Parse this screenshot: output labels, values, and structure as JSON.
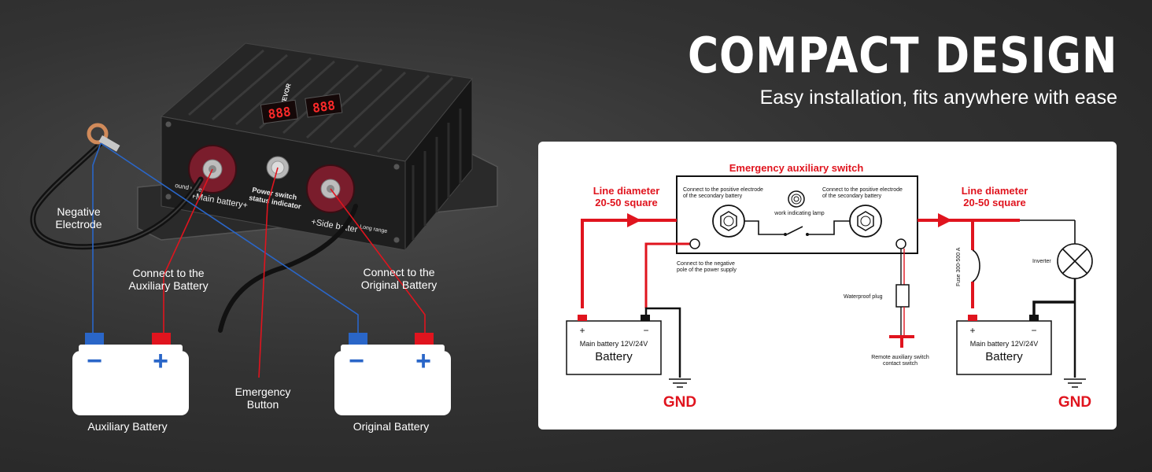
{
  "header": {
    "title": "COMPACT DESIGN",
    "subtitle": "Easy installation, fits anywhere with ease"
  },
  "device": {
    "labels": {
      "negative_electrode": [
        "Negative",
        "Electrode"
      ],
      "connect_aux": [
        "Connect to the",
        "Auxiliary Battery"
      ],
      "connect_orig": [
        "Connect to the",
        "Original Battery"
      ],
      "emergency_button": [
        "Emergency",
        "Button"
      ],
      "aux_battery": "Auxiliary Battery",
      "orig_battery": "Original Battery"
    },
    "printed": {
      "main_battery": "+Main battery+",
      "side_battery": "+Side batter",
      "power_switch": [
        "Power switch",
        "status indicator"
      ],
      "ground_wire": "ound wire",
      "long_range": "Long range",
      "brand": "VEVOR"
    },
    "battery_symbols": {
      "minus": "−",
      "plus": "+"
    },
    "display_digits": "888"
  },
  "schematic": {
    "title": "Emergency auxiliary switch",
    "line_left": [
      "Line diameter",
      "20-50 square"
    ],
    "line_right": [
      "Line diameter",
      "20-50 square"
    ],
    "pos_secondary_left": [
      "Connect to the positive electrode",
      "of the secondary battery"
    ],
    "pos_secondary_right": [
      "Connect to the positive electrode",
      "of the secondary battery"
    ],
    "work_lamp": "work indicating lamp",
    "neg_power": [
      "Connect to the negative",
      "pole of the power supply"
    ],
    "waterproof_plug": "Waterproof plug",
    "remote_switch": [
      "Remote auxiliary switch",
      "contact switch"
    ],
    "fuse": "Fuse 300-500 A",
    "inverter": "Inverter",
    "battery_left": {
      "plus": "+",
      "minus": "−",
      "rating": "Main battery 12V/24V",
      "name": "Battery"
    },
    "battery_right": {
      "plus": "+",
      "minus": "−",
      "rating": "Main battery 12V/24V",
      "name": "Battery"
    },
    "gnd_left": "GND",
    "gnd_right": "GND"
  },
  "colors": {
    "positive": "#e0141e",
    "negative": "#2a66c8",
    "terminal_red": "#7a1d2c",
    "background": "#333333"
  }
}
